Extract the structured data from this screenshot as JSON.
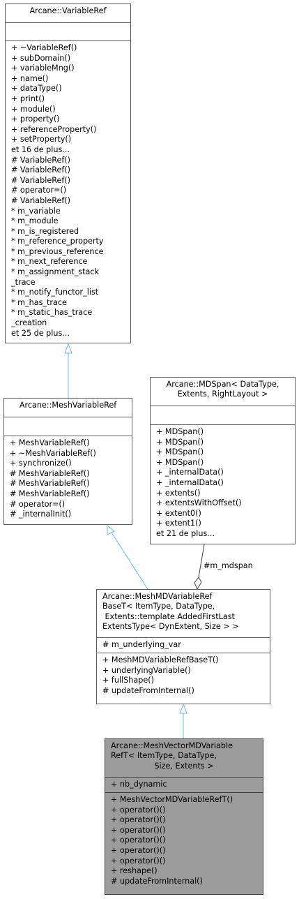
{
  "classes": {
    "variable_ref": {
      "title": [
        "Arcane::VariableRef"
      ],
      "attributes": [],
      "methods": [
        "+ ~VariableRef()",
        "+ subDomain()",
        "+ variableMng()",
        "+ name()",
        "+ dataType()",
        "+ print()",
        "+ module()",
        "+ property()",
        "+ referenceProperty()",
        "+ setProperty()",
        "et 16 de plus...",
        "# VariableRef()",
        "# VariableRef()",
        "# VariableRef()",
        "# operator=()",
        "# VariableRef()",
        "* m_variable",
        "* m_module",
        "* m_is_registered",
        "* m_reference_property",
        "* m_previous_reference",
        "* m_next_reference",
        "* m_assignment_stack",
        "_trace",
        "* m_notify_functor_list",
        "* m_has_trace",
        "* m_static_has_trace",
        "_creation",
        "et 25 de plus..."
      ]
    },
    "mesh_variable_ref": {
      "title": [
        "Arcane::MeshVariableRef"
      ],
      "attributes": [],
      "methods": [
        "+ MeshVariableRef()",
        "+ ~MeshVariableRef()",
        "+ synchronize()",
        "# MeshVariableRef()",
        "# MeshVariableRef()",
        "# MeshVariableRef()",
        "# operator=()",
        "# _internalInit()"
      ]
    },
    "mdspan": {
      "title": [
        "Arcane::MDSpan< DataType,",
        "Extents, RightLayout >"
      ],
      "attributes": [],
      "methods": [
        "+ MDSpan()",
        "+ MDSpan()",
        "+ MDSpan()",
        "+ MDSpan()",
        "+ _internalData()",
        "+ _internalData()",
        "+ extents()",
        "+ extentsWithOffset()",
        "+ extent0()",
        "+ extent1()",
        "et 21 de plus..."
      ]
    },
    "mesh_md_base": {
      "title": [
        "Arcane::MeshMDVariableRef",
        "BaseT< ItemType, DataType,",
        " Extents::template AddedFirstLast",
        "ExtentsType< DynExtent, Size > >"
      ],
      "attributes": [
        "# m_underlying_var"
      ],
      "methods": [
        "+ MeshMDVariableRefBaseT()",
        "+ underlyingVariable()",
        "+ fullShape()",
        "# updateFromInternal()"
      ]
    },
    "mesh_vector_md": {
      "title": [
        "Arcane::MeshVectorMDVariable",
        "RefT< ItemType, DataType,",
        "Size, Extents >"
      ],
      "attributes": [
        "+ nb_dynamic"
      ],
      "methods": [
        "+ MeshVectorMDVariableRefT()",
        "+ operator()()",
        "+ operator()()",
        "+ operator()()",
        "+ operator()()",
        "+ operator()()",
        "+ operator()()",
        "+ reshape()",
        "# updateFromInternal()"
      ]
    }
  },
  "edges": {
    "mdspan_label": "#m_mdspan"
  },
  "colors": {
    "inheritance_line": "#63b8ff",
    "composition_line": "#404040",
    "current_fill": "#9c9c9c"
  }
}
